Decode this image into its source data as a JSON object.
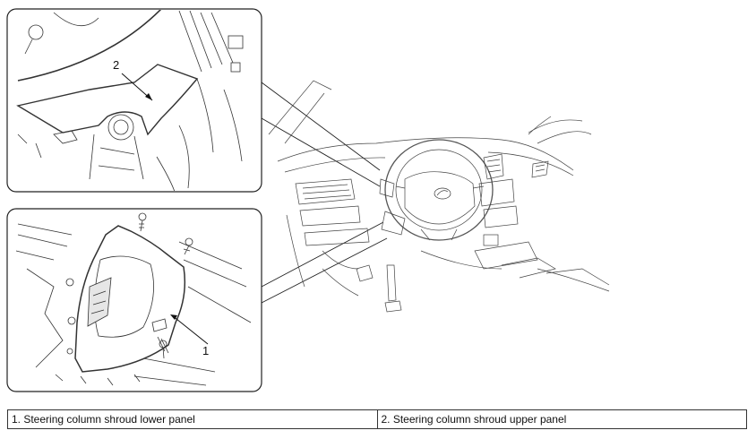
{
  "callouts": {
    "upper_panel_number": "2",
    "lower_panel_number": "1"
  },
  "legend": [
    {
      "label": "1. Steering column shroud lower panel"
    },
    {
      "label": "2. Steering column shroud upper panel"
    }
  ],
  "brand": {
    "logo": "hyundai-logo"
  }
}
